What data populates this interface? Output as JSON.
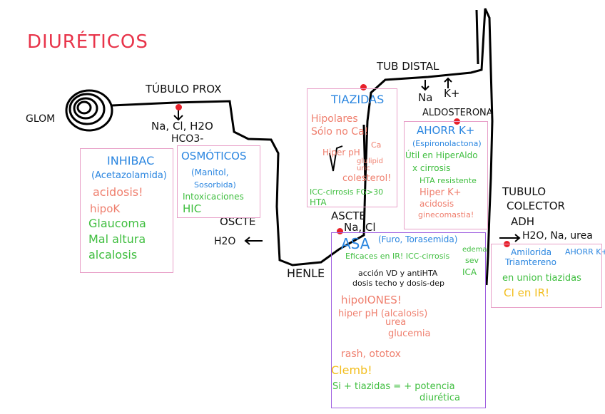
{
  "title": "DIURÉTICOS",
  "labels": {
    "glom": "GLOM",
    "tubulo_prox": "TÚBULO PROX",
    "prox_ions_1": "Na, Cl, H2O",
    "prox_ions_2": "HCO3-",
    "oscte": "OSCTE",
    "oscte_h2o": "H2O",
    "henle": "HENLE",
    "ascte": "ASCTE",
    "ascte_ions": "Na, Cl",
    "tub_distal": "TUB DISTAL",
    "distal_na": "Na",
    "distal_k": "K+",
    "aldosterona": "ALDOSTERONA",
    "tubulo_colector_1": "TUBULO",
    "tubulo_colector_2": "COLECTOR",
    "adh": "ADH",
    "colector_ions": "H2O, Na, urea"
  },
  "boxes": {
    "inhibac": {
      "header": "INHIBAC",
      "sub": "(Acetazolamida)",
      "lines": [
        "acidosis!",
        "hipoK"
      ],
      "green_lines": [
        "Glaucoma",
        "Mal altura",
        "alcalosis"
      ]
    },
    "osmoticos": {
      "header": "OSMÓTICOS",
      "sub1": "(Manitol,",
      "sub2": "Sosorbida)",
      "green_lines": [
        "Intoxicaciones",
        "HIC"
      ]
    },
    "tiazidas": {
      "header": "TIAZIDAS",
      "lines": [
        "Hipolares",
        "Sólo no Ca!",
        "Hiper pH",
        "Ca",
        "glu",
        "uric",
        "lipid",
        "colesterol!"
      ],
      "green_lines": [
        "ICC-cirrosis FG>30",
        "HTA"
      ]
    },
    "ahorr": {
      "header": "AHORR K+",
      "sub": "(Espironolactona)",
      "green_lines": [
        "Útil en HiperAldo",
        "x cirrosis",
        "HTA resistente"
      ],
      "lines": [
        "Hiper K+",
        "acidosis",
        "ginecomastia!"
      ]
    },
    "asa": {
      "header": "ASA",
      "sub": "(Furo, Torasemida)",
      "green_line": "Eficaces en IR! ICC-cirrosis",
      "right_green": [
        "edema",
        "sev",
        "ICA"
      ],
      "black_lines": [
        "acción VD y antiHTA",
        "dosis techo y dosis-dep"
      ],
      "lines": [
        "hipoIONES!",
        "hiper pH (alcalosis)",
        "urea",
        "glucemia",
        "rash, ototox"
      ],
      "yellow_line": "Clemb!",
      "green_footer_1": "Si + tiazidas = + potencia",
      "green_footer_2": "diurética"
    },
    "colector": {
      "blue_line_1": "Amilorida",
      "blue_line_2": "Triamtereno",
      "ahorr_small": "AHORR K+",
      "green_line": "en union tiazidas",
      "yellow_line": "CI en IR!"
    }
  }
}
